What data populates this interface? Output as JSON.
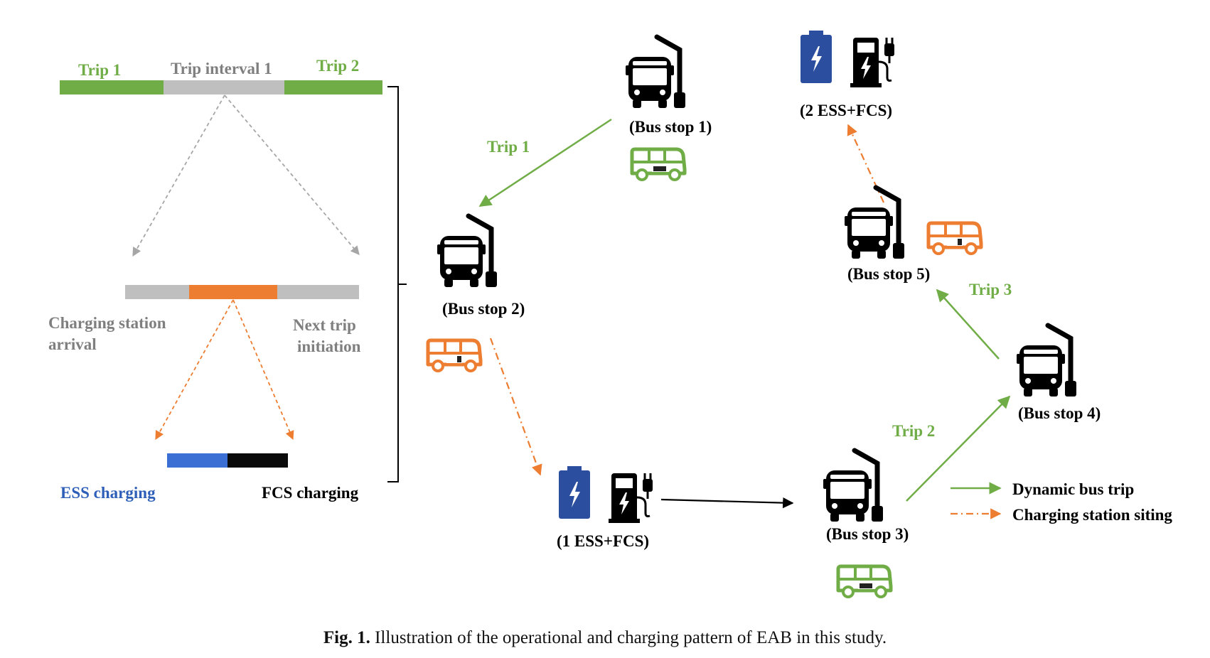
{
  "colors": {
    "green": "#70ad47",
    "gray": "#bfbfbf",
    "orange": "#ed7d31",
    "blue": "#2e5fb8",
    "black": "#000000",
    "label_gray": "#7f7f7f",
    "navy": "#1f3f8f"
  },
  "timeline": {
    "trip1": "Trip 1",
    "interval": "Trip interval 1",
    "trip2": "Trip 2",
    "arrival": [
      "Charging station",
      "arrival"
    ],
    "next_trip": [
      "Next trip",
      "initiation"
    ],
    "ess": "ESS charging",
    "fcs": "FCS charging"
  },
  "network": {
    "stop1": "(Bus stop 1)",
    "stop2": "(Bus stop 2)",
    "stop3": "(Bus stop 3)",
    "stop4": "(Bus stop 4)",
    "stop5": "(Bus stop 5)",
    "station1": "(1 ESS+FCS)",
    "station2": "(2 ESS+FCS)",
    "trip1": "Trip 1",
    "trip2": "Trip 2",
    "trip3": "Trip 3"
  },
  "legend": {
    "dynamic": "Dynamic bus trip",
    "siting": "Charging station siting"
  },
  "icons": {
    "bus_stop": "bus-stop-icon",
    "bus_side": "bus-side-icon",
    "battery": "battery-icon",
    "charger": "charging-station-icon"
  },
  "caption": {
    "label": "Fig. 1.",
    "text": "Illustration of the operational and charging pattern of EAB in this study."
  }
}
